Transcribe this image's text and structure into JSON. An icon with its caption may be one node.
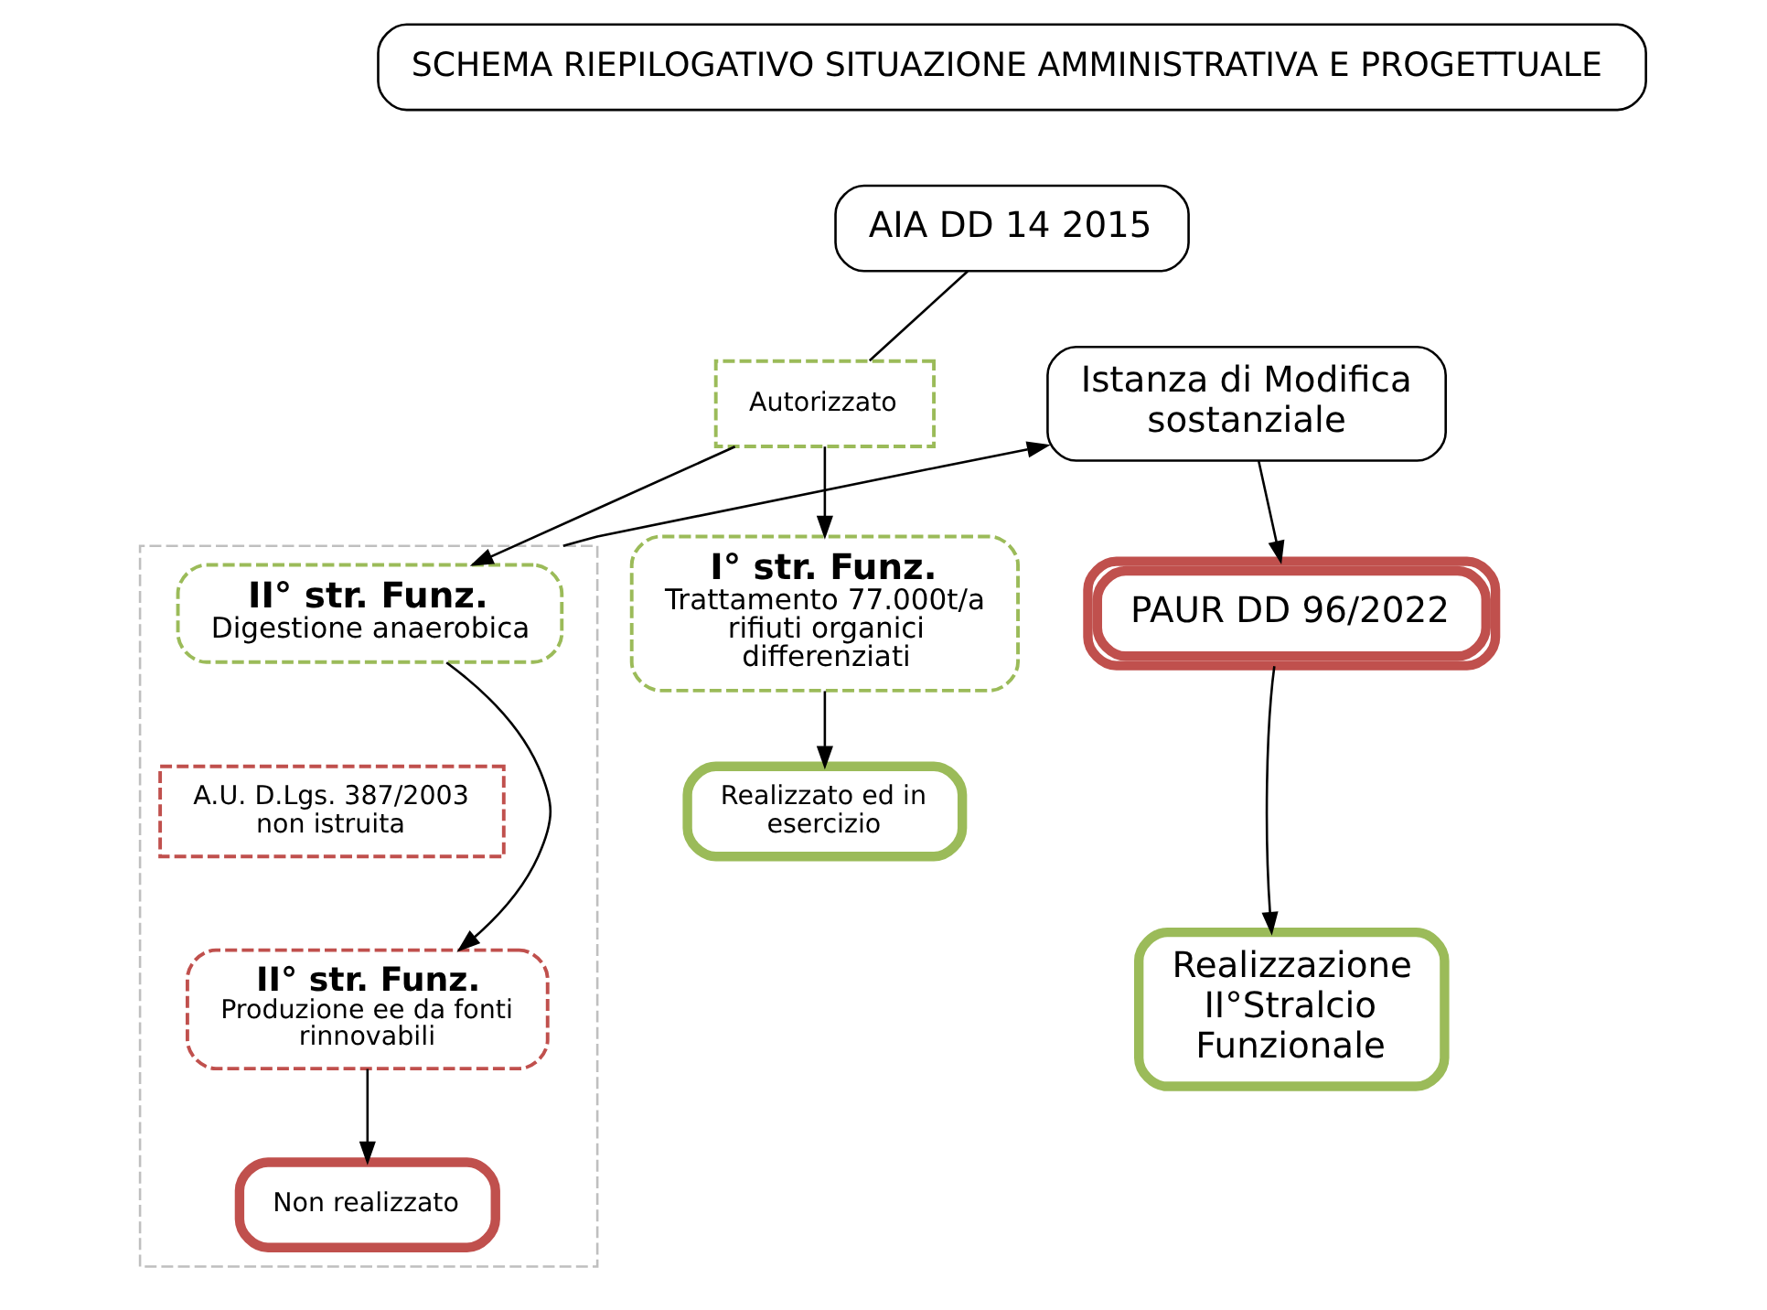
{
  "diagram": {
    "nodes": [
      {
        "text": [
          "SCHEMA RIEPILOGATIVO SITUAZIONE AMMINISTRATIVA E PROGETTUALE"
        ]
      },
      {
        "text": [
          "AIA DD 14 2015"
        ]
      },
      {
        "text": [
          "Autorizzato"
        ]
      },
      {
        "text": [
          "I° str. Funz.",
          "Trattamento 77.000t/a rifiuti organici differenziati"
        ]
      },
      {
        "text": [],
        "shape": "box"
      },
      {
        "text": [
          "II° str. Funz.",
          "Digestione anaerobica"
        ],
        "in": 4
      },
      {
        "text": [
          "A.U. D.Lgs. 387/2003 non istruita"
        ],
        "in": 4
      },
      {
        "text": [
          "II° str. Funz.",
          "Produzione ee da fonti rinnovabili"
        ],
        "in": 4
      },
      {
        "text": [
          "Non realizzato"
        ],
        "in": 4
      },
      {
        "text": [
          "Realizzato ed in esercizio"
        ]
      },
      {
        "text": [
          "Istanza di Modifica sostanziale"
        ]
      },
      {
        "text": [
          "PAUR DD 96/2022"
        ]
      },
      {
        "text": [
          "Realizzazione II°Stralcio Funzionale"
        ]
      }
    ],
    "edges": [
      {
        "from": 1,
        "to": 2,
        "arrow": "none"
      },
      {
        "from": 2,
        "to": 3,
        "arrow": "to"
      },
      {
        "from": 2,
        "to": 5,
        "arrow": "to"
      },
      {
        "from": 5,
        "to": 7,
        "arrow": "to"
      },
      {
        "from": 7,
        "to": 8,
        "arrow": "to"
      },
      {
        "from": 3,
        "to": 9,
        "arrow": "to"
      },
      {
        "from": 4,
        "to": 10,
        "arrow": "to"
      },
      {
        "from": 10,
        "to": 11,
        "arrow": "to"
      },
      {
        "from": 11,
        "to": 12,
        "arrow": "to"
      }
    ]
  }
}
